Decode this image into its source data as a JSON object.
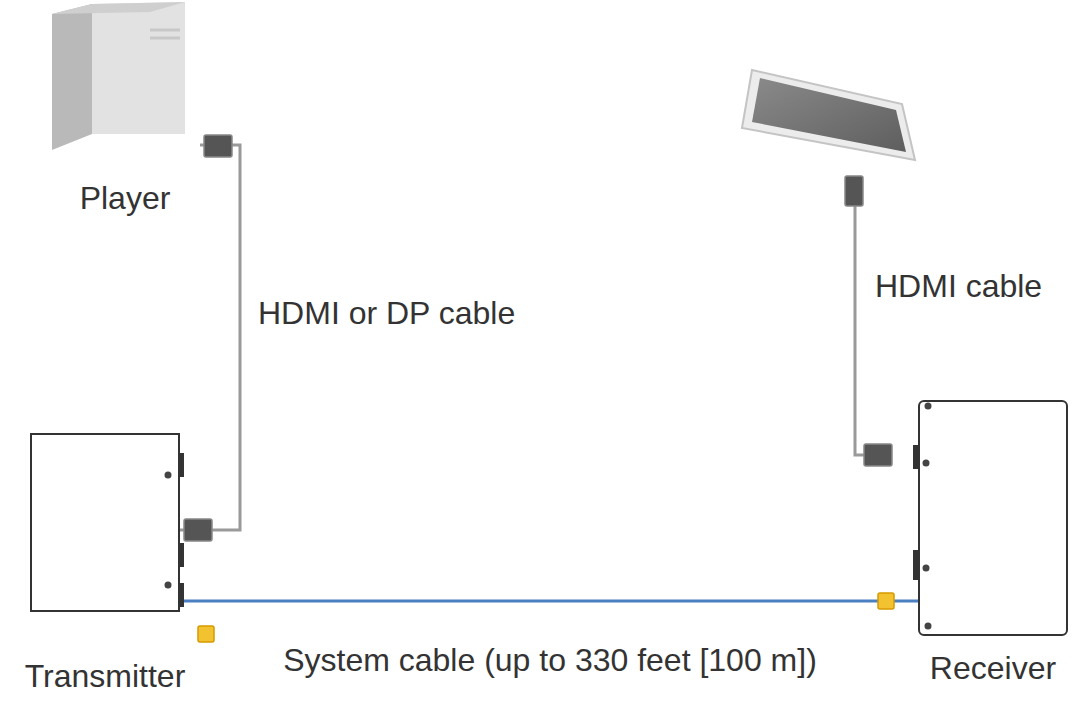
{
  "diagram": {
    "nodes": [
      {
        "text": [
          "Player"
        ]
      },
      {
        "text": [
          "Transmitter"
        ]
      },
      {
        "text": [
          "Receiver"
        ]
      }
    ],
    "edges": [
      {
        "from": 0,
        "to": 1,
        "arrow": "none",
        "label": "HDMI or DP cable"
      },
      {
        "from": 1,
        "to": 2,
        "arrow": "none",
        "label": "System cable (up to 330 feet [100 m])"
      }
    ],
    "labels": [
      "HDMI cable"
    ]
  }
}
